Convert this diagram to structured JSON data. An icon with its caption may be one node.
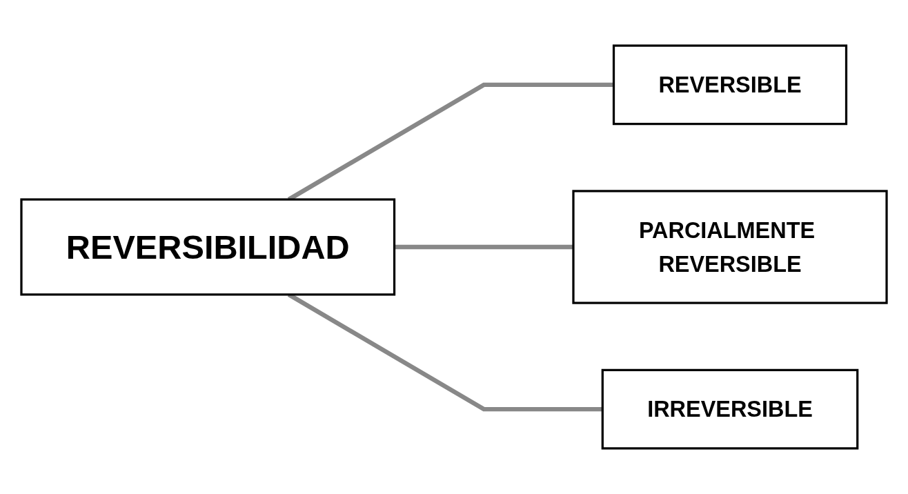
{
  "diagram": {
    "nodes": [
      {
        "text": [
          "REVERSIBILIDAD"
        ]
      },
      {
        "text": [
          "REVERSIBLE"
        ]
      },
      {
        "text": [
          "PARCIALMENTE REVERSIBLE"
        ]
      },
      {
        "text": [
          "IRREVERSIBLE"
        ]
      }
    ],
    "edges": [
      {
        "from": 0,
        "to": 1,
        "arrow": "none"
      },
      {
        "from": 0,
        "to": 2,
        "arrow": "none"
      },
      {
        "from": 0,
        "to": 3,
        "arrow": "none"
      }
    ]
  }
}
